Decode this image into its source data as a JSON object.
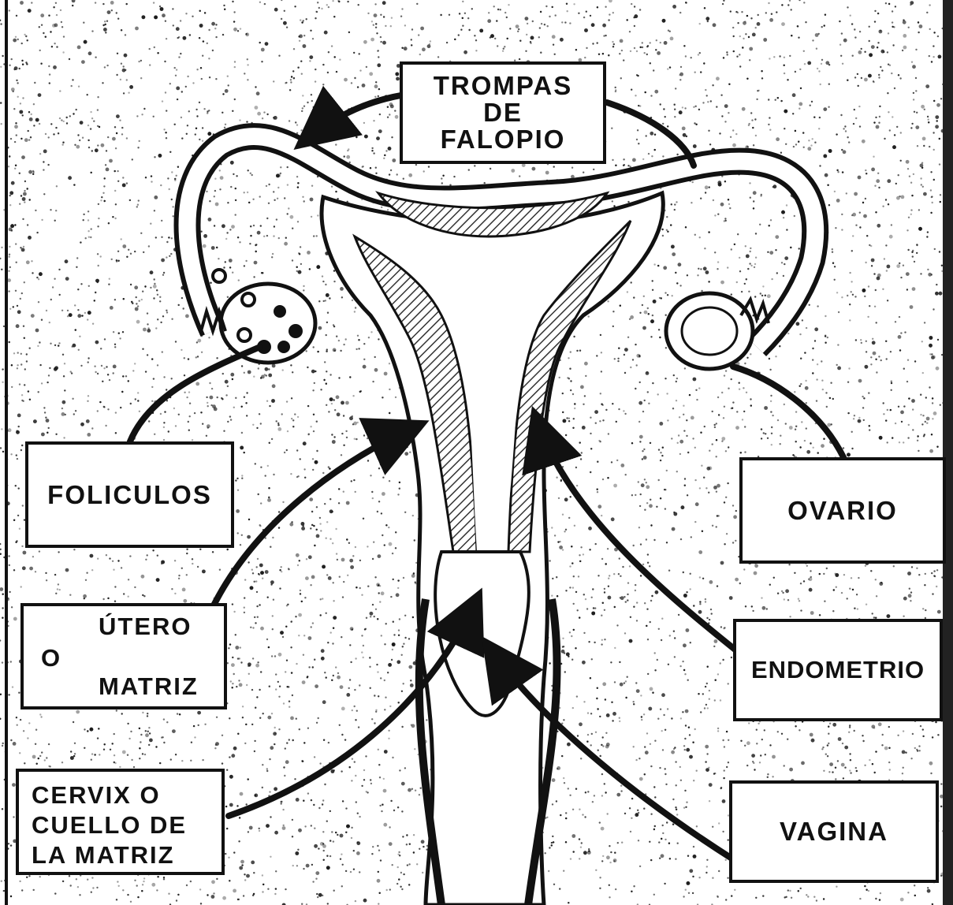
{
  "diagram": {
    "colors": {
      "background": "#ffffff",
      "speckle": "#1a1a1a",
      "ink": "#111111",
      "hatch": "#555555"
    },
    "labels": {
      "trompas_line1": "TROMPAS",
      "trompas_line2": "DE",
      "trompas_line3": "FALOPIO",
      "foliculos": "FOLICULOS",
      "utero_line1": "ÚTERO",
      "utero_line2": "O",
      "utero_line3": "MATRIZ",
      "cervix_line1": "CERVIX  O",
      "cervix_line2": "CUELLO DE",
      "cervix_line3": "LA MATRIZ",
      "ovario": "OVARIO",
      "endometrio": "ENDOMETRIO",
      "vagina": "VAGINA"
    }
  }
}
